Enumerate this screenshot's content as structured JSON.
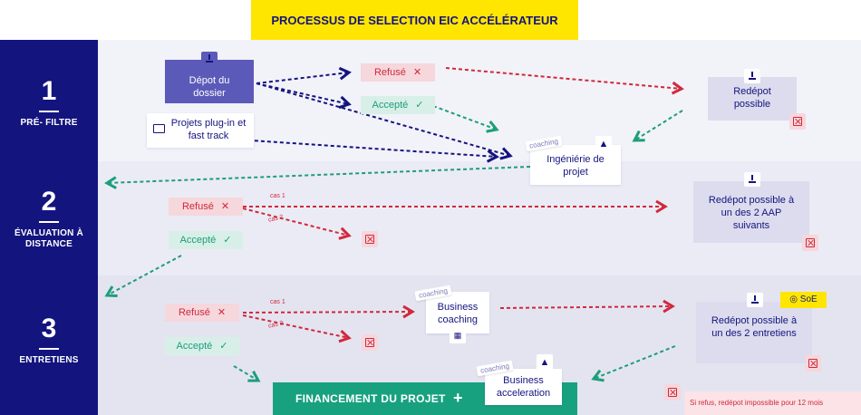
{
  "title": "PROCESSUS DE SELECTION EIC ACCÉLÉRATEUR",
  "stages": [
    {
      "number": "1",
      "label": "PRÉ- FILTRE"
    },
    {
      "number": "2",
      "label": "ÉVALUATION À DISTANCE"
    },
    {
      "number": "3",
      "label": "ENTRETIENS"
    }
  ],
  "stage1": {
    "depot": "Dépot du dossier",
    "plugin": "Projets plug-in et fast track",
    "refuse": "Refusé",
    "accepte": "Accepté",
    "redepot": "Redépot possible",
    "ingenierie": "Ingéniérie de projet",
    "coaching_tag": "coaching"
  },
  "stage2": {
    "refuse": "Refusé",
    "accepte": "Accepté",
    "cas1": "cas 1",
    "cas2": "cas 2",
    "redepot": "Redépot possible à un des 2 AAP suivants"
  },
  "stage3": {
    "refuse": "Refusé",
    "accepte": "Accepté",
    "cas1": "cas 1",
    "cas2": "cas 2",
    "business_coaching": "Business coaching",
    "coaching_tag": "coaching",
    "business_acceleration": "Business acceleration",
    "coaching_tag2": "coaching",
    "redepot": "Redépot possible à un des 2 entretiens",
    "soe": "SoE",
    "financement": "FINANCEMENT DU PROJET",
    "financement_plus": "+",
    "note": "Si refus, redépot impossible pour 12 mois"
  },
  "colors": {
    "navy": "#14147f",
    "yellow": "#ffe600",
    "red": "#d0293b",
    "green": "#1d9e7a",
    "finance": "#18a17f"
  }
}
